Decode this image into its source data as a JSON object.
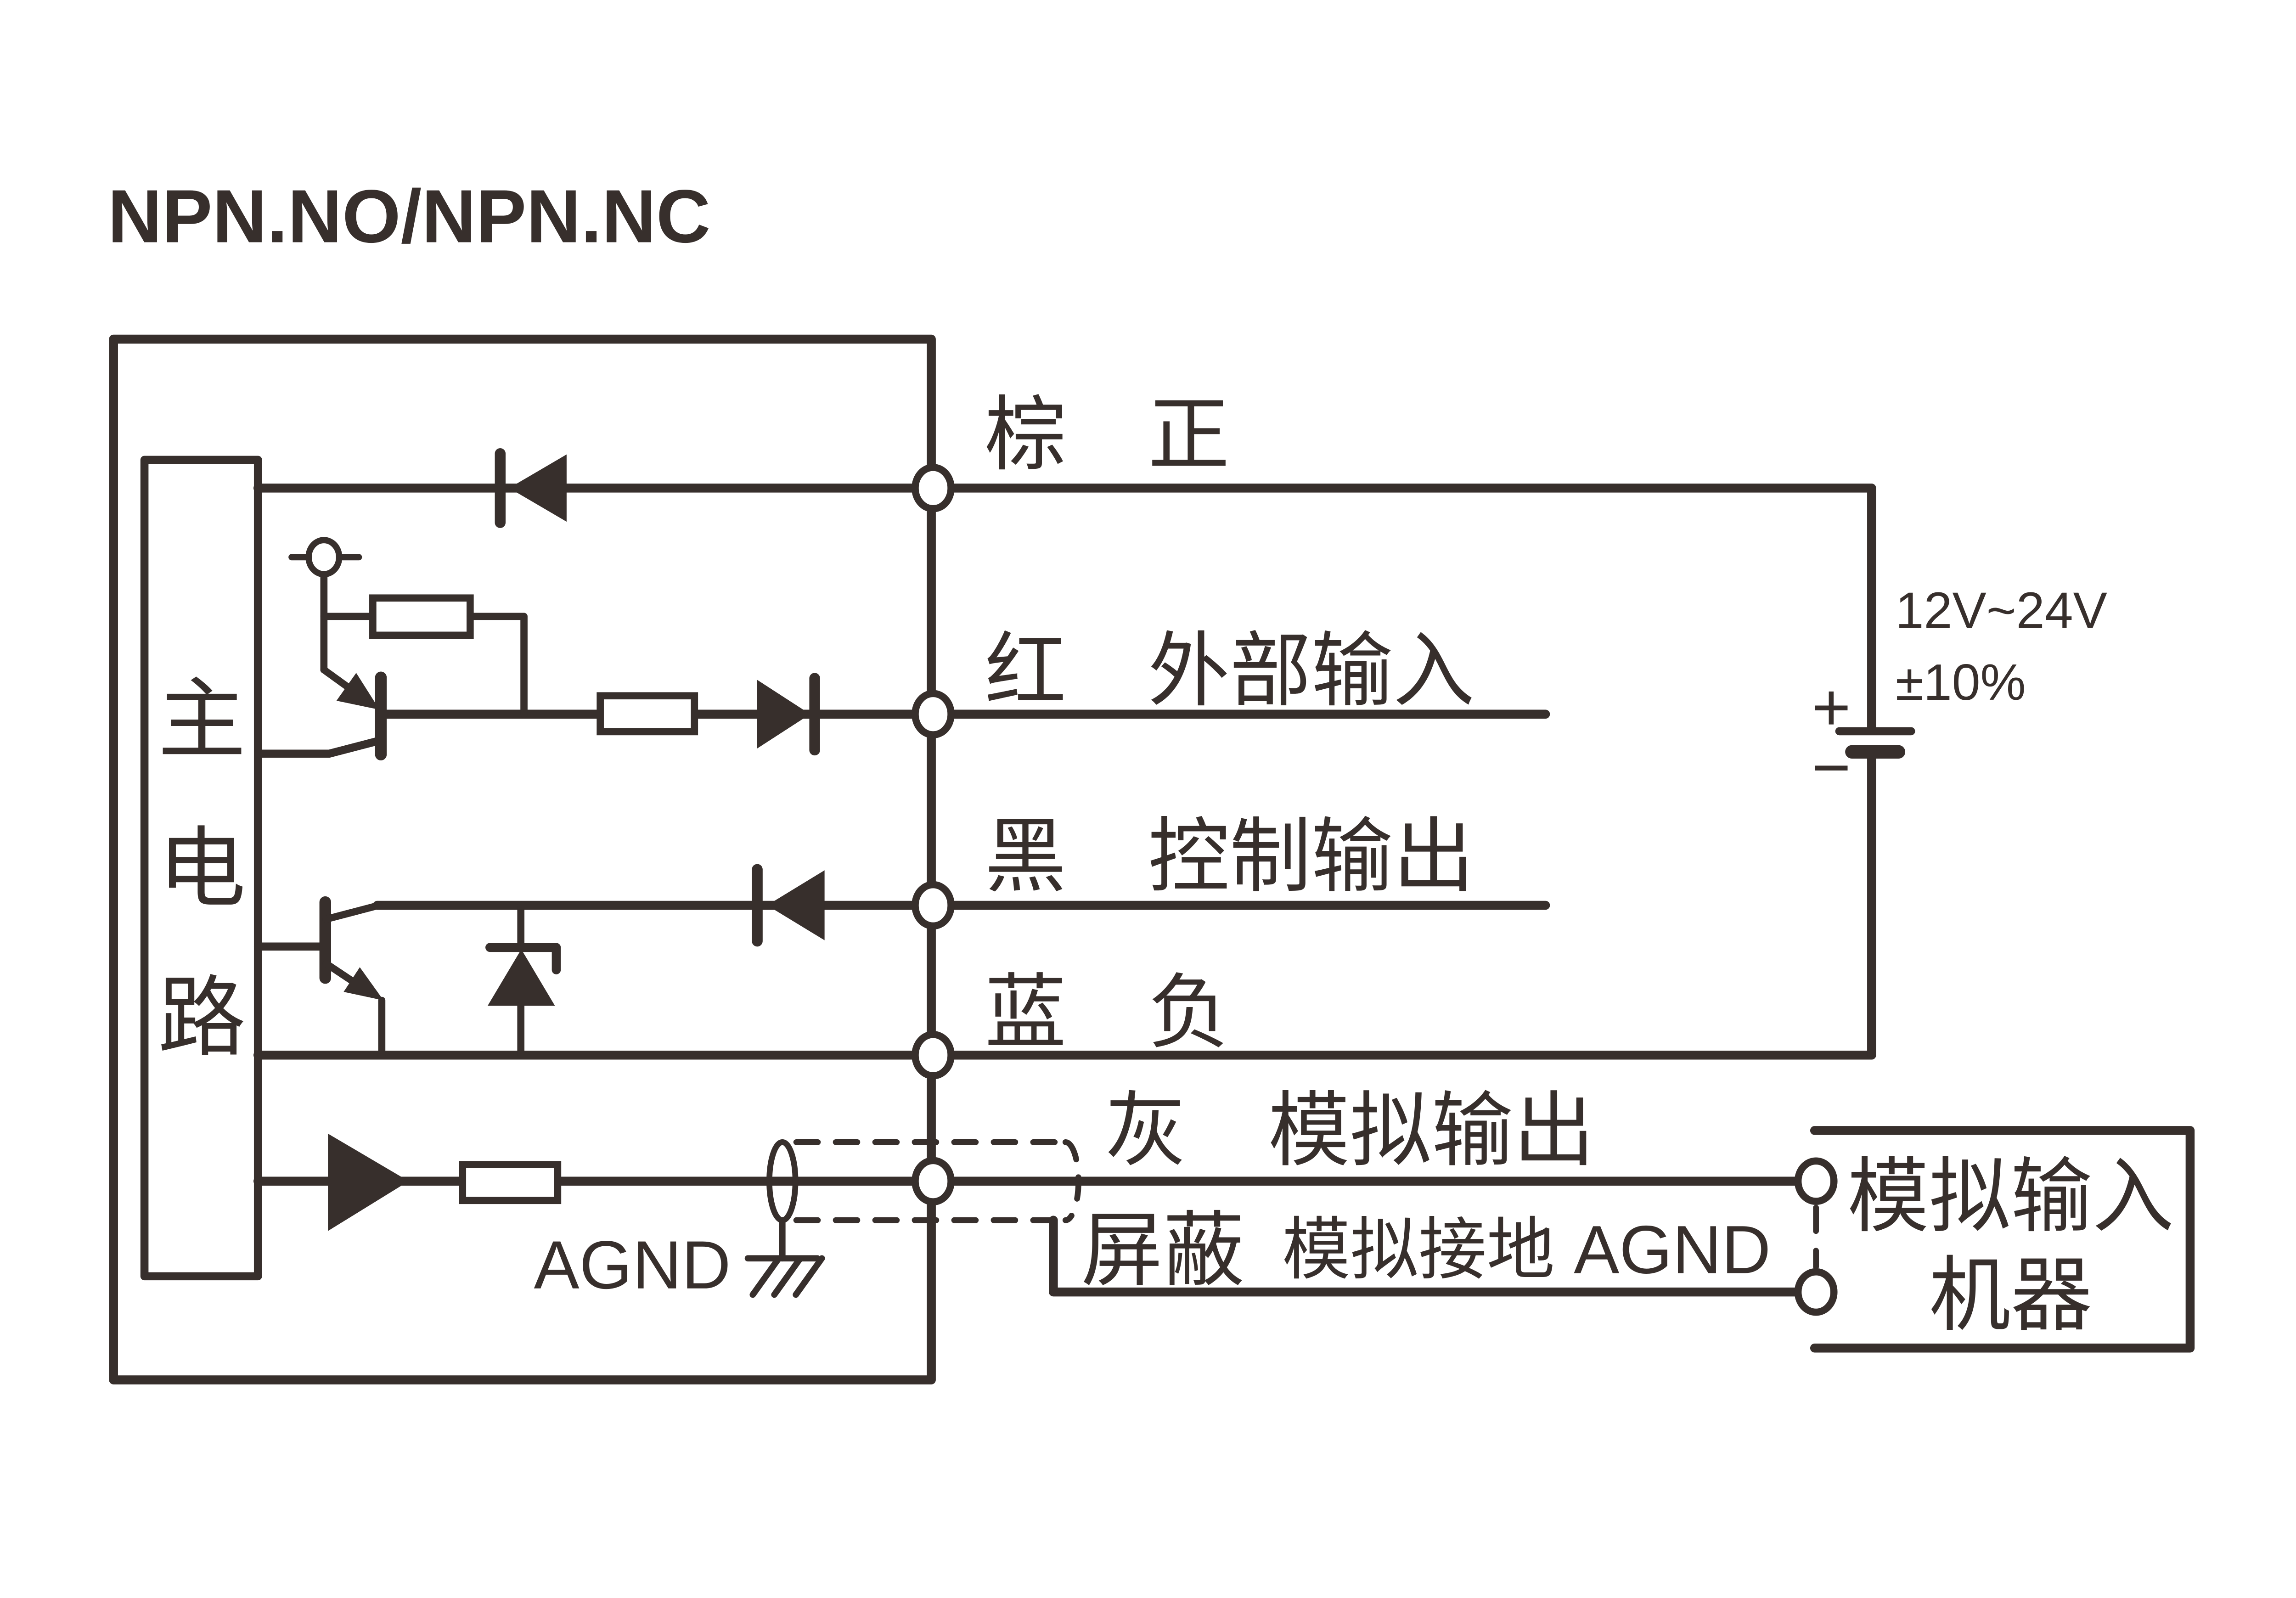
{
  "title": "NPN.NO/NPN.NC",
  "main_box": {
    "label_chars": [
      "主",
      "电",
      "路"
    ]
  },
  "wire_labels": {
    "brown": "棕　正",
    "red": "红　外部输入",
    "black": "黑　控制输出",
    "blue": "蓝　负",
    "gray": "灰　模拟输出"
  },
  "shield": {
    "name": "屏蔽",
    "desc": "模拟接地 AGND"
  },
  "analog_ground_label": "AGND",
  "power_supply": {
    "voltage": "12V~24V",
    "tolerance": "±10%",
    "positive": "+",
    "negative": "−"
  },
  "device_box": {
    "line1": "模拟输入",
    "line2": "机器"
  },
  "colors": {
    "ink": "#372f2c",
    "background": "#ffffff"
  }
}
